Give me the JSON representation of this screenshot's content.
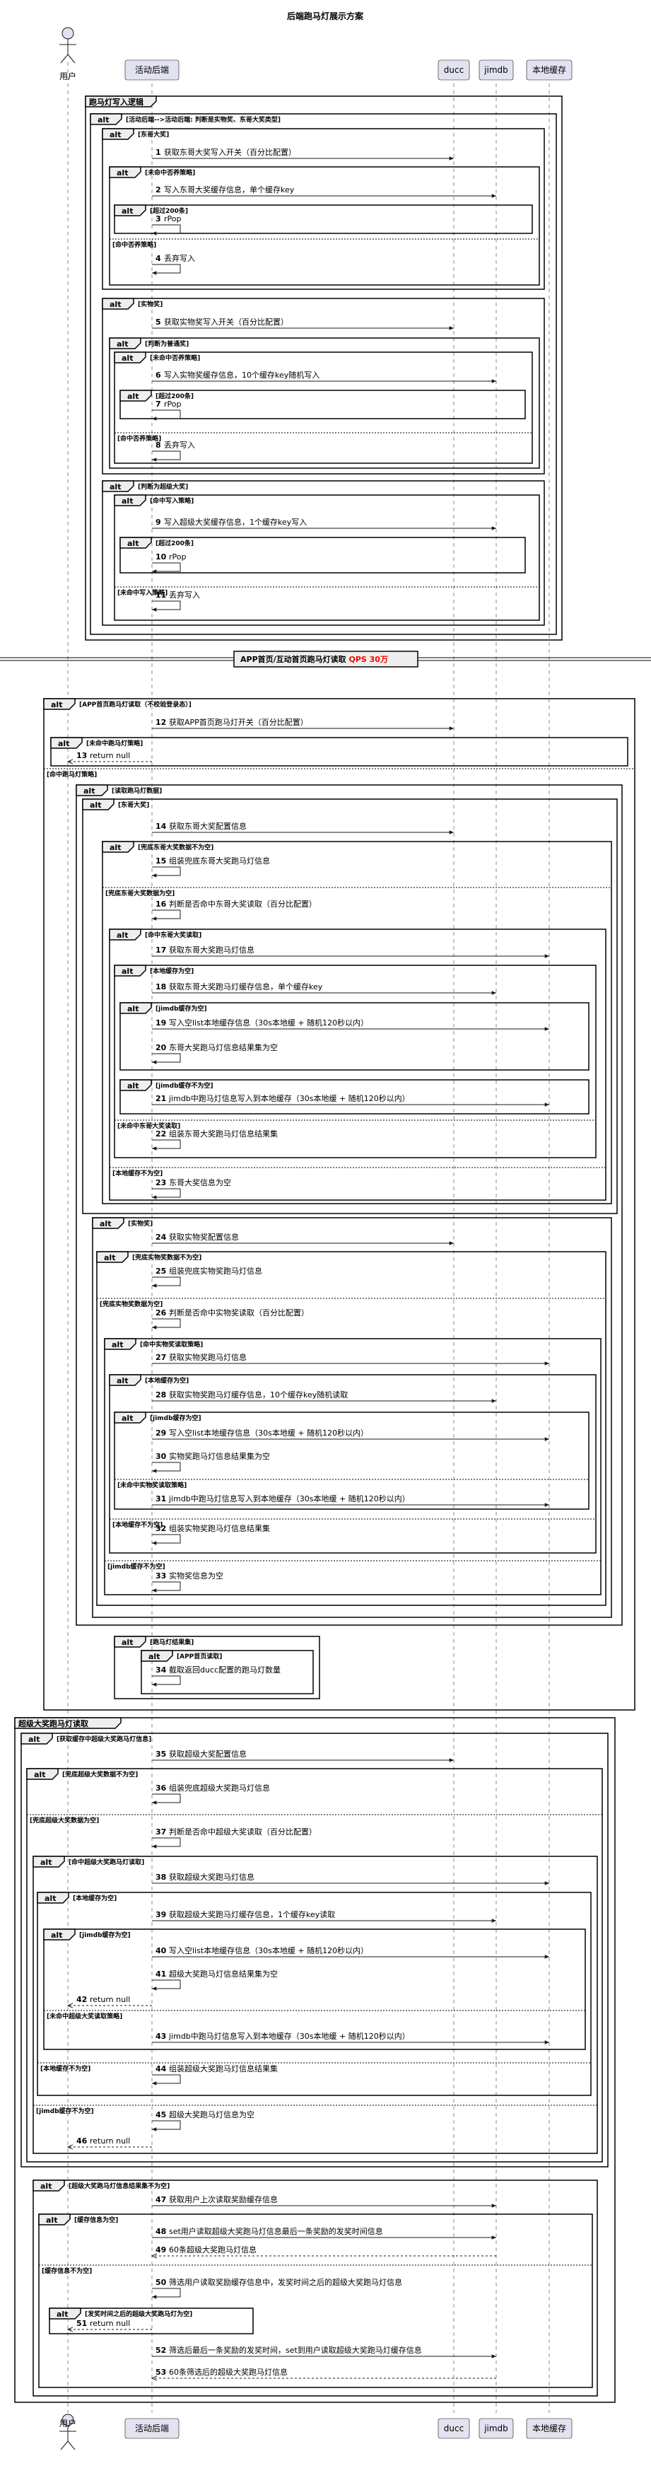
{
  "title": "后端跑马灯展示方案",
  "participants": [
    {
      "id": "user",
      "label": "用户",
      "actor": true
    },
    {
      "id": "backend",
      "label": "活动后端"
    },
    {
      "id": "ducc",
      "label": "ducc"
    },
    {
      "id": "jimdb",
      "label": "jimdb"
    },
    {
      "id": "cache",
      "label": "本地缓存"
    }
  ],
  "sections": [
    {
      "label": "APP首页/互动首页跑马灯读取",
      "highlight": "QPS 30万"
    }
  ],
  "groups": [
    {
      "label": "跑马灯写入逻辑"
    },
    {
      "label": "超级大奖跑马灯读取"
    }
  ],
  "alt_labels": [
    {
      "guard": "[活动后端-->活动后端: 判断是实物奖、东哥大奖类型]"
    },
    {
      "guard": "[东哥大奖]"
    },
    {
      "guard": "[未命中否养策略]"
    },
    {
      "guard": "[超过200条]"
    },
    {
      "guard": "[实物奖]"
    },
    {
      "guard": "[判断为普通奖]"
    },
    {
      "guard": "[未命中否养策略]"
    },
    {
      "guard": "[超过200条]"
    },
    {
      "guard": "[判断为超级大奖]"
    },
    {
      "guard": "[命中写入策略]"
    },
    {
      "guard": "[超过200条]"
    },
    {
      "guard": "[APP首页跑马灯读取（不校验登录态）]"
    },
    {
      "guard": "[未命中跑马灯策略]"
    },
    {
      "guard": "[读取跑马灯数据]"
    },
    {
      "guard": "[东哥大奖]"
    },
    {
      "guard": "[兜底东哥大奖数据不为空]"
    },
    {
      "guard": "[命中东哥大奖读取]"
    },
    {
      "guard": "[本地缓存为空]"
    },
    {
      "guard": "[jimdb缓存为空]"
    },
    {
      "guard": "[jimdb缓存不为空]"
    },
    {
      "guard": "[实物奖]"
    },
    {
      "guard": "[兜底实物奖数据不为空]"
    },
    {
      "guard": "[命中实物奖读取策略]"
    },
    {
      "guard": "[本地缓存为空]"
    },
    {
      "guard": "[jimdb缓存为空]"
    },
    {
      "guard": "[跑马灯结果集]"
    },
    {
      "guard": "[APP首页读取]"
    },
    {
      "guard": "[获取缓存中超级大奖跑马灯信息]"
    },
    {
      "guard": "[兜底超级大奖数据不为空]"
    },
    {
      "guard": "[命中超级大奖跑马灯读取]"
    },
    {
      "guard": "[本地缓存为空]"
    },
    {
      "guard": "[jimdb缓存为空]"
    },
    {
      "guard": "[超级大奖跑马灯信息结果集不为空]"
    },
    {
      "guard": "[缓存信息为空]"
    },
    {
      "guard": "[发奖时间之后的超级大奖跑马灯为空]"
    }
  ],
  "else_labels": [
    "[命中否养策略]",
    "[命中否养策略]",
    "[未命中写入策略]",
    "[命中跑马灯策略]",
    "[兜底东哥大奖数据为空]",
    "[本地缓存不为空]",
    "[未命中东哥大奖读取]",
    "[兜底实物奖数据为空]",
    "[jimdb缓存不为空]",
    "[本地缓存不为空]",
    "[未命中实物奖读取策略]",
    "[兜底超级大奖数据为空]",
    "[jimdb缓存不为空]",
    "[本地缓存不为空]",
    "[未命中超级大奖读取策略]",
    "[缓存信息不为空]"
  ],
  "messages": [
    {
      "n": "1",
      "text": "获取东哥大奖写入开关（百分比配置）"
    },
    {
      "n": "2",
      "text": "写入东哥大奖缓存信息，单个缓存key"
    },
    {
      "n": "3",
      "text": "rPop"
    },
    {
      "n": "4",
      "text": "丢弃写入"
    },
    {
      "n": "5",
      "text": "获取实物奖写入开关（百分比配置）"
    },
    {
      "n": "6",
      "text": "写入实物奖缓存信息，10个缓存key随机写入"
    },
    {
      "n": "7",
      "text": "rPop"
    },
    {
      "n": "8",
      "text": "丢弃写入"
    },
    {
      "n": "9",
      "text": "写入超级大奖缓存信息，1个缓存key写入"
    },
    {
      "n": "10",
      "text": "rPop"
    },
    {
      "n": "11",
      "text": "丢弃写入"
    },
    {
      "n": "12",
      "text": "获取APP首页跑马灯开关（百分比配置）"
    },
    {
      "n": "13",
      "text": "return null"
    },
    {
      "n": "14",
      "text": "获取东哥大奖配置信息"
    },
    {
      "n": "15",
      "text": "组装兜底东哥大奖跑马灯信息"
    },
    {
      "n": "16",
      "text": "判断是否命中东哥大奖读取（百分比配置）"
    },
    {
      "n": "17",
      "text": "获取东哥大奖跑马灯信息"
    },
    {
      "n": "18",
      "text": "获取东哥大奖跑马灯缓存信息，单个缓存key"
    },
    {
      "n": "19",
      "text": "写入空list本地缓存信息（30s本地缓 + 随机120秒以内）"
    },
    {
      "n": "20",
      "text": "东哥大奖跑马灯信息结果集为空"
    },
    {
      "n": "21",
      "text": "jimdb中跑马灯信息写入到本地缓存（30s本地缓 + 随机120秒以内）"
    },
    {
      "n": "22",
      "text": "组装东哥大奖跑马灯信息结果集"
    },
    {
      "n": "23",
      "text": "东哥大奖信息为空"
    },
    {
      "n": "24",
      "text": "获取实物奖配置信息"
    },
    {
      "n": "25",
      "text": "组装兜底实物奖跑马灯信息"
    },
    {
      "n": "26",
      "text": "判断是否命中实物奖读取（百分比配置）"
    },
    {
      "n": "27",
      "text": "获取实物奖跑马灯信息"
    },
    {
      "n": "28",
      "text": "获取实物奖跑马灯缓存信息，10个缓存key随机读取"
    },
    {
      "n": "29",
      "text": "写入空list本地缓存信息（30s本地缓 + 随机120秒以内）"
    },
    {
      "n": "30",
      "text": "实物奖跑马灯信息结果集为空"
    },
    {
      "n": "31",
      "text": "jimdb中跑马灯信息写入到本地缓存（30s本地缓 + 随机120秒以内）"
    },
    {
      "n": "32",
      "text": "组装实物奖跑马灯信息结果集"
    },
    {
      "n": "33",
      "text": "实物奖信息为空"
    },
    {
      "n": "34",
      "text": "截取返回ducc配置的跑马灯数量"
    },
    {
      "n": "35",
      "text": "获取超级大奖配置信息"
    },
    {
      "n": "36",
      "text": "组装兜底超级大奖跑马灯信息"
    },
    {
      "n": "37",
      "text": "判断是否命中超级大奖读取（百分比配置）"
    },
    {
      "n": "38",
      "text": "获取超级大奖跑马灯信息"
    },
    {
      "n": "39",
      "text": "获取超级大奖跑马灯缓存信息，1个缓存key读取"
    },
    {
      "n": "40",
      "text": "写入空list本地缓存信息（30s本地缓 + 随机120秒以内）"
    },
    {
      "n": "41",
      "text": "超级大奖跑马灯信息结果集为空"
    },
    {
      "n": "42",
      "text": "return null"
    },
    {
      "n": "43",
      "text": "jimdb中跑马灯信息写入到本地缓存（30s本地缓 + 随机120秒以内）"
    },
    {
      "n": "44",
      "text": "组装超级大奖跑马灯信息结果集"
    },
    {
      "n": "45",
      "text": "超级大奖跑马灯信息为空"
    },
    {
      "n": "46",
      "text": "return null"
    },
    {
      "n": "47",
      "text": "获取用户上次读取奖励缓存信息"
    },
    {
      "n": "48",
      "text": "set用户读取超级大奖跑马灯信息最后一条奖励的发奖时间信息"
    },
    {
      "n": "49",
      "text": "60条超级大奖跑马灯信息"
    },
    {
      "n": "50",
      "text": "筛选用户读取奖励缓存信息中，发奖时间之后的超级大奖跑马灯信息"
    },
    {
      "n": "51",
      "text": "return null"
    },
    {
      "n": "52",
      "text": "筛选后最后一条奖励的发奖时间，set到用户读取超级大奖跑马灯缓存信息"
    },
    {
      "n": "53",
      "text": "60条筛选后的超级大奖跑马灯信息"
    }
  ]
}
